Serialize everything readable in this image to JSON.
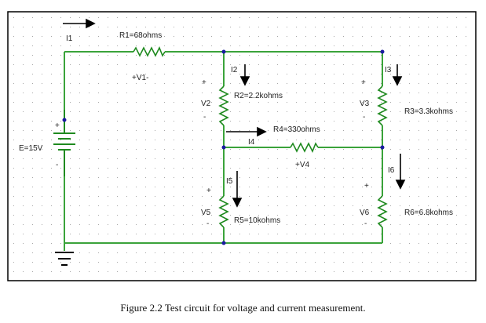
{
  "colors": {
    "frame": "#000000",
    "grid_dot": "#a8a8a8",
    "wire": "#3aa33a",
    "component": "#1f8a1f",
    "node": "#1a1aa0",
    "arrow": "#000000",
    "text": "#222222"
  },
  "circuit": {
    "source": {
      "label": "E=15V"
    },
    "resistors": [
      {
        "id": "R1",
        "label": "R1=68ohms",
        "voltage_label": "+V1-"
      },
      {
        "id": "R2",
        "label": "R2=2.2kohms",
        "voltage_label": "V2"
      },
      {
        "id": "R3",
        "label": "R3=3.3kohms",
        "voltage_label": "V3"
      },
      {
        "id": "R4",
        "label": "R4=330ohms",
        "voltage_label": "+V4"
      },
      {
        "id": "R5",
        "label": "R5=10kohms",
        "voltage_label": "V5"
      },
      {
        "id": "R6",
        "label": "R6=6.8kohms",
        "voltage_label": "V6"
      }
    ],
    "currents": [
      "I1",
      "I2",
      "I3",
      "I4",
      "I5",
      "I6"
    ],
    "signs": {
      "plus": "+",
      "minus": "-"
    }
  },
  "caption": "Figure 2.2 Test circuit for voltage and current measurement."
}
